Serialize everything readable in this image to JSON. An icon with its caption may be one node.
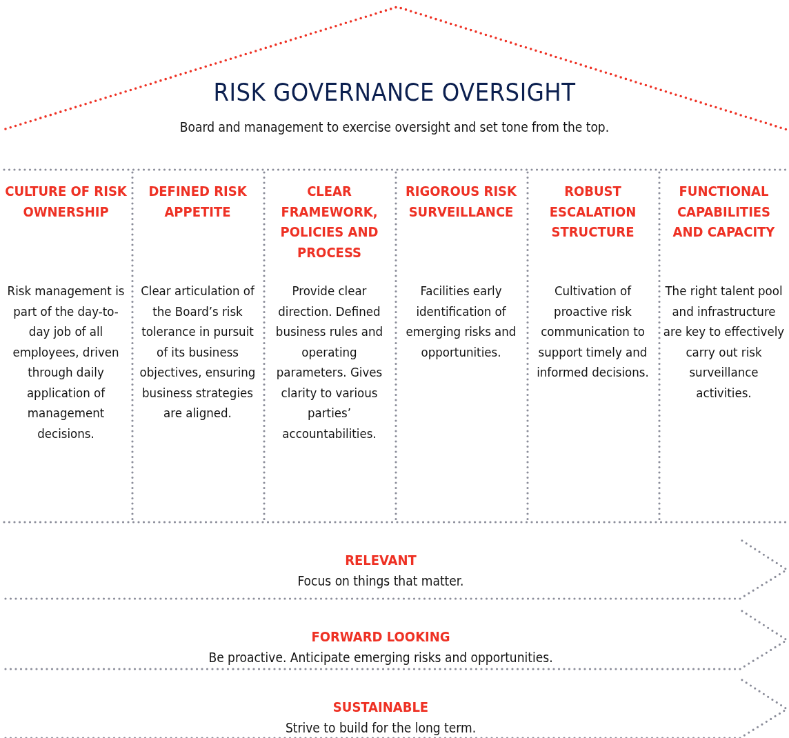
{
  "diagram": {
    "nodes": [
      {
        "text": [
          "RISK GOVERNANCE OVERSIGHT",
          "Board and management to exercise oversight and set tone from the top."
        ]
      },
      {
        "text": [
          "CULTURE OF RISK OWNERSHIP",
          "Risk management is part of the day-to-day job of all employees, driven through daily application of management decisions."
        ]
      },
      {
        "text": [
          "DEFINED RISK APPETITE",
          "Clear articulation of the Board’s risk tolerance in pursuit of its business objectives, ensuring business strategies are aligned."
        ]
      },
      {
        "text": [
          "CLEAR FRAMEWORK, POLICIES AND PROCESS",
          "Provide clear direction. Defined business rules and operating parameters. Gives clarity to various parties’ accountabilities."
        ]
      },
      {
        "text": [
          "RIGOROUS RISK SURVEILLANCE",
          "Facilities early identification of emerging risks and opportunities."
        ]
      },
      {
        "text": [
          "ROBUST ESCALATION STRUCTURE",
          "Cultivation of proactive risk communication to support timely and informed decisions."
        ]
      },
      {
        "text": [
          "FUNCTIONAL CAPABILITIES AND CAPACITY",
          "The right talent pool and infrastructure are key to effectively carry out risk surveillance activities."
        ]
      },
      {
        "text": [
          "RELEVANT",
          "Focus on things that matter."
        ]
      },
      {
        "text": [
          "FORWARD LOOKING",
          "Be proactive. Anticipate emerging risks and opportunities."
        ]
      },
      {
        "text": [
          "SUSTAINABLE",
          "Strive to build for the long term."
        ]
      }
    ]
  }
}
